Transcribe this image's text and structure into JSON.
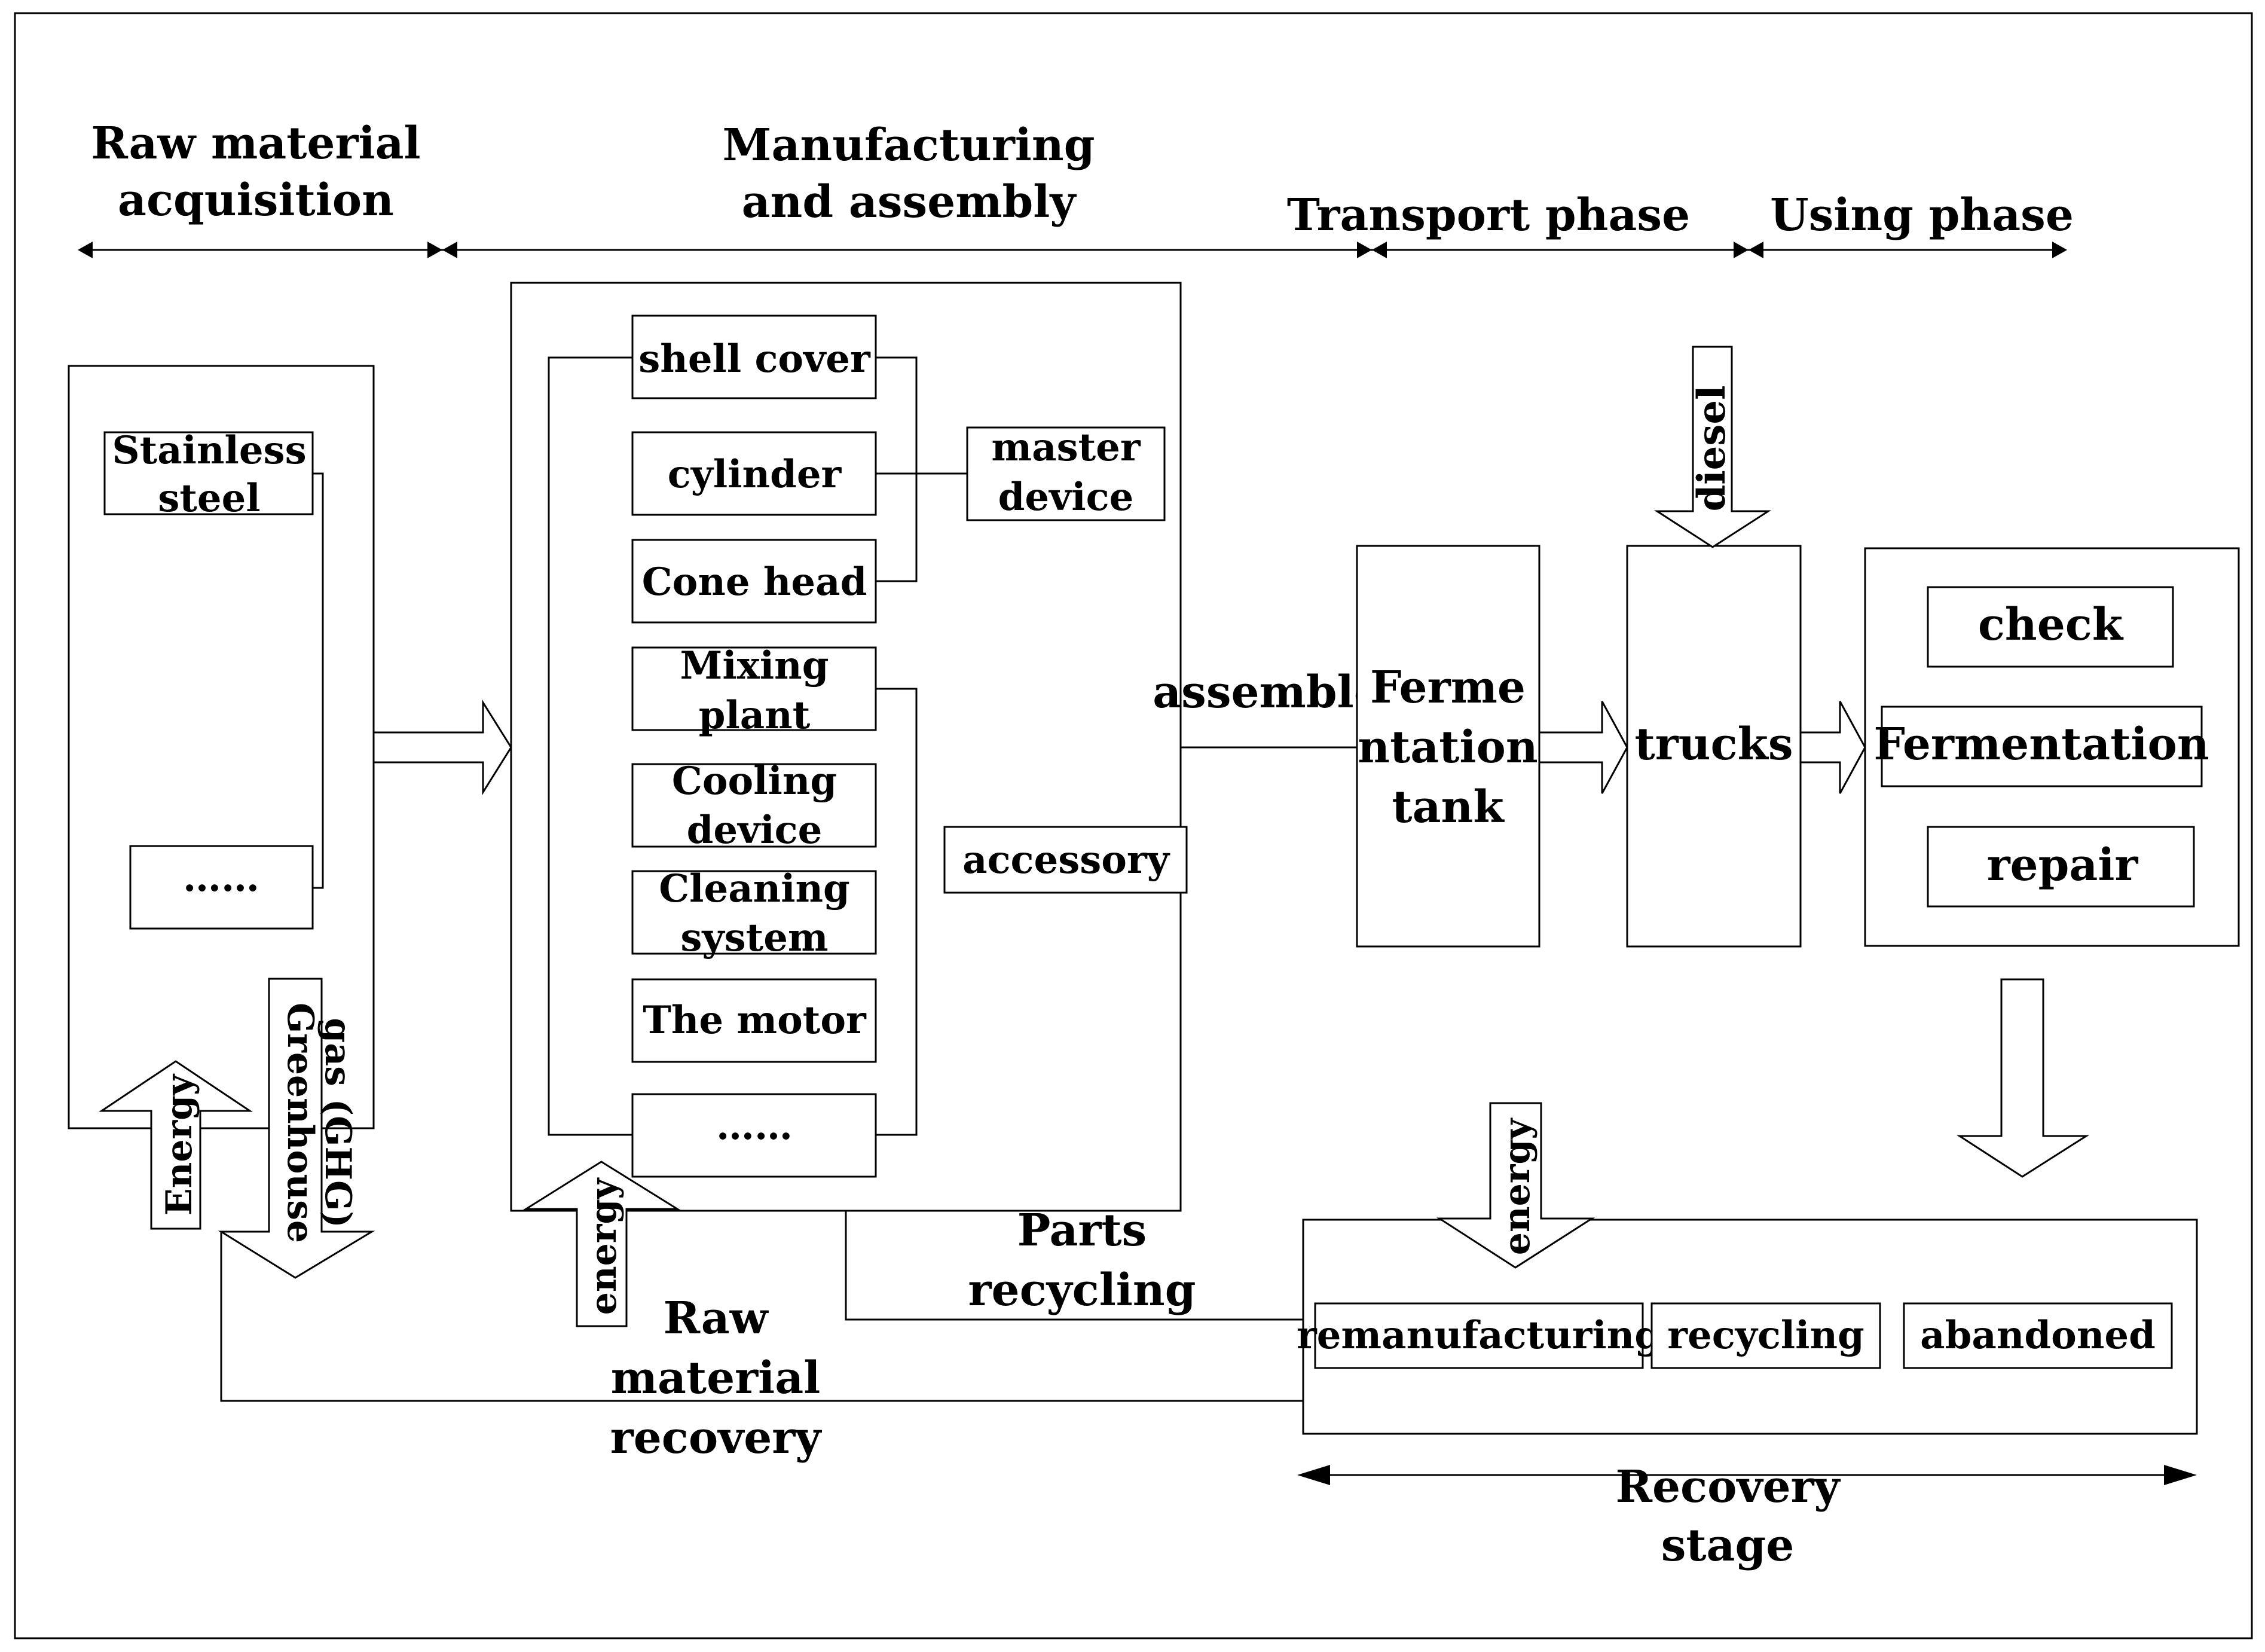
{
  "phases": {
    "raw_material_acquisition": [
      "Raw material",
      "acquisition"
    ],
    "manufacturing_and_assembly": [
      "Manufacturing",
      "and assembly"
    ],
    "transport_phase": "Transport phase",
    "using_phase": "Using phase",
    "recovery_stage": [
      "Recovery",
      "stage"
    ]
  },
  "raw_materials": {
    "stainless_steel": [
      "Stainless",
      "steel"
    ],
    "ellipsis": "……",
    "energy": "Energy",
    "ghg": [
      "Greenhouse",
      "gas (GHG)"
    ]
  },
  "components": {
    "shell_cover": "shell cover",
    "cylinder": "cylinder",
    "cone_head": "Cone head",
    "mixing_plant": [
      "Mixing",
      "plant"
    ],
    "cooling_device": [
      "Cooling",
      "device"
    ],
    "cleaning_system": [
      "Cleaning",
      "system"
    ],
    "the_motor": "The motor",
    "ellipsis": "……",
    "master_device": [
      "master",
      "device"
    ],
    "accessory": "accessory",
    "energy": "energy"
  },
  "assembly": {
    "assemble": "assemble",
    "fermentation_tank": [
      "Ferme",
      "ntation",
      "tank"
    ]
  },
  "transport": {
    "trucks": "trucks",
    "diesel": "diesel"
  },
  "using": {
    "check": "check",
    "fermentation": "Fermentation",
    "repair": "repair"
  },
  "recovery": {
    "energy": "energy",
    "remanufacturing": "remanufacturing",
    "recycling": "recycling",
    "abandoned": "abandoned",
    "parts_recycling": [
      "Parts",
      "recycling"
    ],
    "raw_material_recovery": [
      "Raw",
      "material",
      "recovery"
    ]
  }
}
